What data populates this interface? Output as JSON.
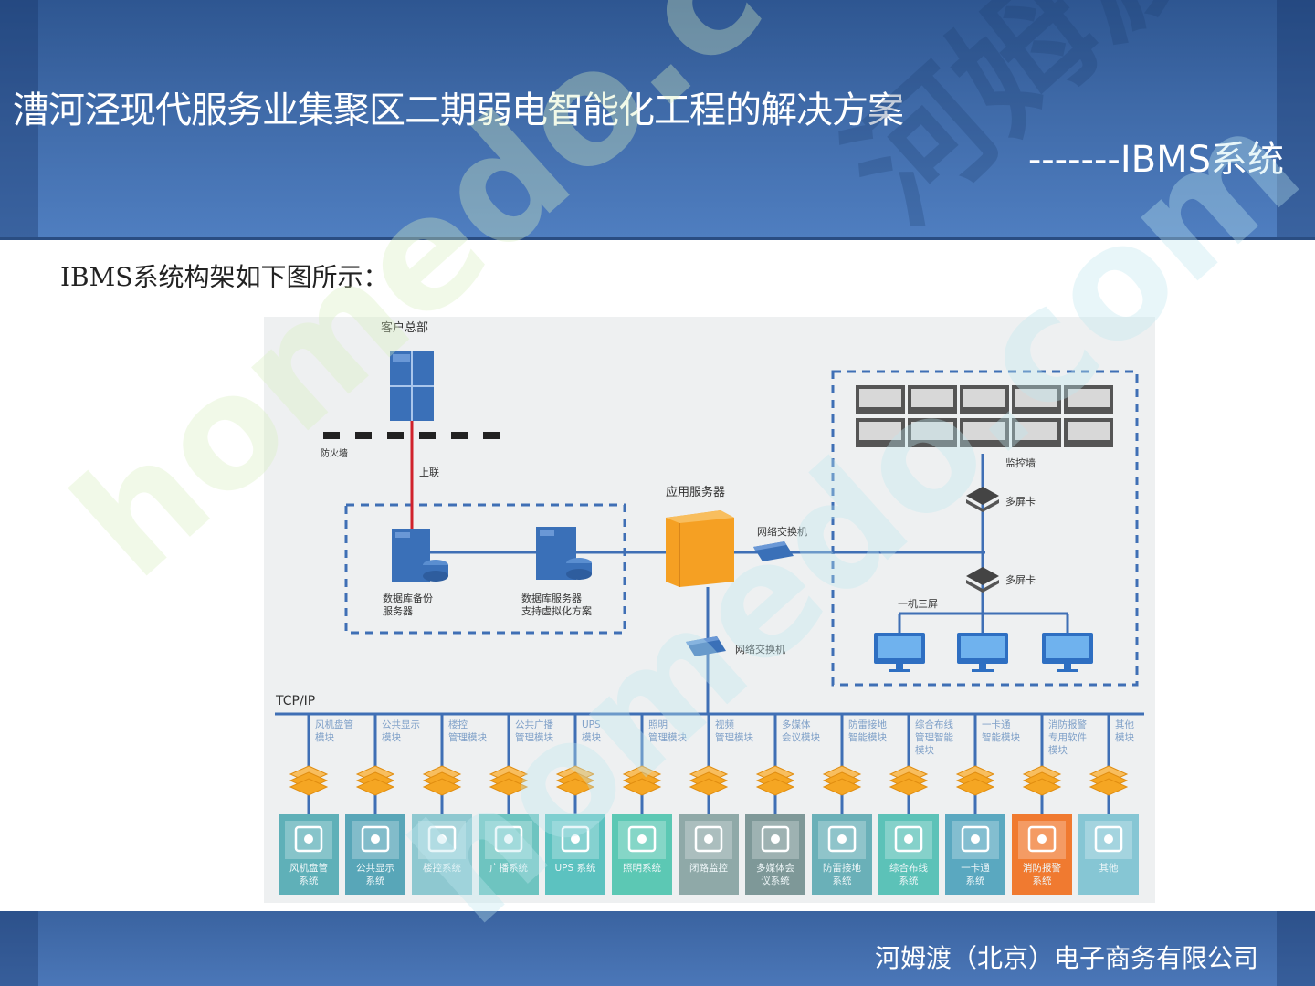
{
  "slide": {
    "title": "漕河泾现代服务业集聚区二期弱电智能化工程的解决方案",
    "subtitle": "-------IBMS系统",
    "intro": "IBMS系统构架如下图所示：",
    "company": "河姆渡（北京）电子商务有限公司"
  },
  "watermark": {
    "text1": "homedo.com",
    "text2": "河姆渡"
  },
  "diagram": {
    "hq_label": "客户总部",
    "firewall_label": "防火墙",
    "uplink_label": "上联",
    "db_backup_label": [
      "数据库备份",
      "服务器"
    ],
    "db_server_label": [
      "数据库服务器",
      "支持虚拟化方案"
    ],
    "app_server_label": "应用服务器",
    "switch_top_label": "网络交换机",
    "switch_bottom_label": "网络交换机",
    "monitor_wall_label": "监控墙",
    "multiscreen_label_1": "多屏卡",
    "multiscreen_label_2": "多屏卡",
    "one_machine_label": "一机三屏",
    "tcpip_label": "TCP/IP",
    "modules": [
      [
        "风机盘管",
        "模块"
      ],
      [
        "公共显示",
        "模块"
      ],
      [
        "楼控",
        "管理模块"
      ],
      [
        "公共广播",
        "管理模块"
      ],
      [
        "UPS",
        "模块"
      ],
      [
        "照明",
        "管理模块"
      ],
      [
        "视频",
        "管理模块"
      ],
      [
        "多媒体",
        "会议模块"
      ],
      [
        "防雷接地",
        "智能模块"
      ],
      [
        "综合布线",
        "管理智能",
        "模块"
      ],
      [
        "一卡通",
        "智能模块"
      ],
      [
        "消防报警",
        "专用软件",
        "模块"
      ],
      [
        "其他",
        "模块"
      ]
    ],
    "systems": [
      [
        "风机盘管",
        "系统"
      ],
      [
        "公共显示",
        "系统"
      ],
      [
        "楼控系统"
      ],
      [
        "广播系统"
      ],
      [
        "UPS 系统"
      ],
      [
        "照明系统"
      ],
      [
        "闭路监控"
      ],
      [
        "多媒体会",
        "议系统"
      ],
      [
        "防雷接地",
        "系统"
      ],
      [
        "综合布线",
        "系统"
      ],
      [
        "一卡通",
        "系统"
      ],
      [
        "消防报警",
        "系统"
      ],
      [
        "其他"
      ]
    ],
    "system_icons": [
      "fan-coil-icon",
      "display-board-icon",
      "building-control-icon",
      "broadcast-icon",
      "power-icon",
      "lighting-icon",
      "cctv-icon",
      "microphone-icon",
      "lightning-icon",
      "atom-icon",
      "id-card-icon",
      "fire-extinguisher-icon",
      "ellipsis-icon"
    ],
    "system_colors": [
      "#5fb0b8",
      "#58a6b8",
      "#8ec8d0",
      "#6ec4c0",
      "#5cc2c0",
      "#5cc8b4",
      "#8fa9a8",
      "#7e9898",
      "#6ab0b8",
      "#5cc2b8",
      "#5aa8c0",
      "#f07a30",
      "#86c6d4"
    ],
    "colors": {
      "server_blue": "#3a70b8",
      "app_orange": "#f5a023",
      "line_blue": "#3f6fb5",
      "uplink_red": "#d0222c",
      "diamond_orange": "#f5a623"
    }
  }
}
